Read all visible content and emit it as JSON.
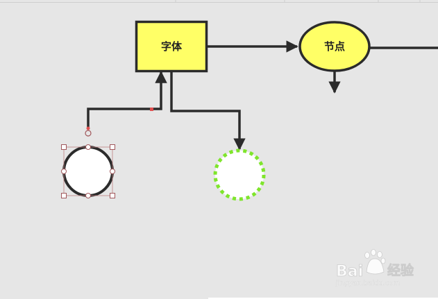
{
  "diagram": {
    "nodes": {
      "font_box": {
        "label": "字体",
        "fill": "#ffff66",
        "stroke": "#2b2b2b"
      },
      "node_ellipse": {
        "label": "节点",
        "fill": "#ffff66",
        "stroke": "#2b2b2b"
      },
      "selected_circle": {
        "fill": "#ffffff",
        "stroke": "#2b2b2b"
      },
      "dashed_circle": {
        "fill": "#ffffff",
        "stroke": "#7fe52c"
      }
    },
    "selection": {
      "handle_color": "#a0565a"
    },
    "connector_color": "#2b2b2b"
  },
  "watermark": {
    "brand": "Bai",
    "brand_suffix": "经验",
    "url": "jingyan.baidu.com"
  }
}
